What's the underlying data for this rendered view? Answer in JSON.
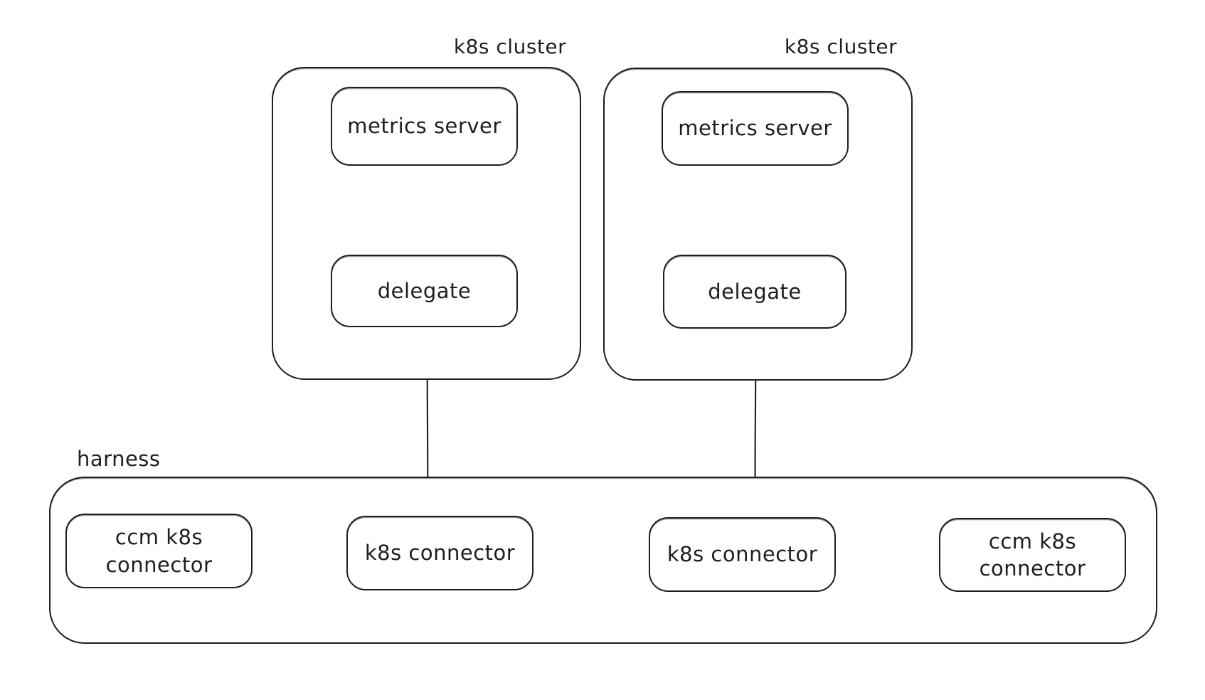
{
  "colors": {
    "stroke": "#1e1e1e",
    "background": "#ffffff"
  },
  "diagram": {
    "clusters": [
      {
        "label": "k8s cluster",
        "metrics_server": "metrics server",
        "delegate": "delegate"
      },
      {
        "label": "k8s cluster",
        "metrics_server": "metrics server",
        "delegate": "delegate"
      }
    ],
    "harness": {
      "label": "harness",
      "left": {
        "ccm_connector": "ccm k8s connector",
        "k8s_connector": "k8s connector"
      },
      "right": {
        "ccm_connector": "ccm k8s connector",
        "k8s_connector": "k8s connector"
      }
    },
    "edges": [
      {
        "from": "delegate-1",
        "to": "metrics-server-1",
        "direction": "up"
      },
      {
        "from": "delegate-2",
        "to": "metrics-server-2",
        "direction": "up"
      },
      {
        "from": "k8s-connector-1",
        "to": "delegate-1",
        "direction": "up"
      },
      {
        "from": "k8s-connector-2",
        "to": "delegate-2",
        "direction": "up"
      },
      {
        "from": "ccm-k8s-connector-1",
        "to": "k8s-connector-1",
        "direction": "right"
      },
      {
        "from": "ccm-k8s-connector-2",
        "to": "k8s-connector-2",
        "direction": "left"
      }
    ]
  }
}
